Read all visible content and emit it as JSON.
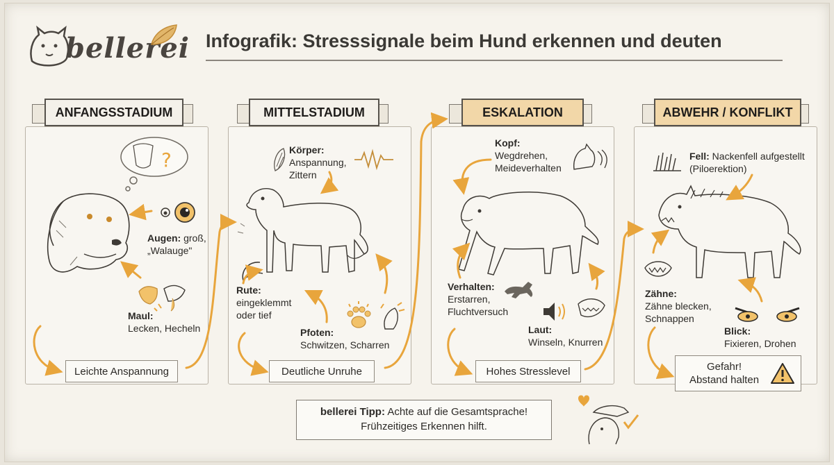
{
  "brand": {
    "name": "bellerei"
  },
  "title": "Infografik: Stresssignale beim Hund erkennen und deuten",
  "stages": [
    {
      "banner": "ANFANGSSTADIUM",
      "labels": [
        {
          "head": "Augen:",
          "text": "groß,",
          "text2": "„Walauge\""
        },
        {
          "head": "Maul:",
          "text": "Lecken, Hecheln"
        }
      ],
      "summary": "Leichte Anspannung"
    },
    {
      "banner": "MITTELSTADIUM",
      "labels": [
        {
          "head": "Körper:",
          "text": "Anspannung,",
          "text2": "Zittern"
        },
        {
          "head": "Rute:",
          "text": "eingeklemmt",
          "text2": "oder tief"
        },
        {
          "head": "Pfoten:",
          "text": "Schwitzen, Scharren"
        }
      ],
      "summary": "Deutliche Unruhe"
    },
    {
      "banner": "ESKALATION",
      "labels": [
        {
          "head": "Kopf:",
          "text": "Wegdrehen,",
          "text2": "Meideverhalten"
        },
        {
          "head": "Verhalten:",
          "text": "Erstarren,",
          "text2": "Fluchtversuch"
        },
        {
          "head": "Laut:",
          "text": "Winseln, Knurren"
        }
      ],
      "summary": "Hohes Stresslevel"
    },
    {
      "banner": "ABWEHR / KONFLIKT",
      "labels": [
        {
          "head": "Fell:",
          "text": "Nackenfell aufgestellt",
          "text2": "(Piloerektion)"
        },
        {
          "head": "Zähne:",
          "text": "Zähne blecken,",
          "text2": "Schnappen"
        },
        {
          "head": "Blick:",
          "text": "Fixieren, Drohen"
        }
      ],
      "summary_line1": "Gefahr!",
      "summary_line2": "Abstand halten"
    }
  ],
  "tip": {
    "head": "bellerei Tipp:",
    "text": "Achte auf die Gesamtsprache!",
    "line2": "Frühzeitiges Erkennen hilft."
  },
  "colors": {
    "accent": "#e8a53c",
    "banner_light": "#f4f1ea",
    "banner_orange": "#f2d7a8",
    "ink": "#2c2a27"
  },
  "icons": [
    "dog-head-logo-icon",
    "leaf-icon",
    "thought-bubble-icon",
    "eye-icon",
    "tongue-icon",
    "tail-icon",
    "tremble-wave-icon",
    "paw-sweat-icon",
    "scratch-paw-icon",
    "dog-head-turn-icon",
    "running-dog-icon",
    "sound-icon",
    "snarling-mouth-icon",
    "raised-fur-icon",
    "teeth-icon",
    "angry-eyes-icon",
    "warning-icon",
    "heart-icon",
    "petting-hand-icon",
    "checkmark-icon"
  ]
}
